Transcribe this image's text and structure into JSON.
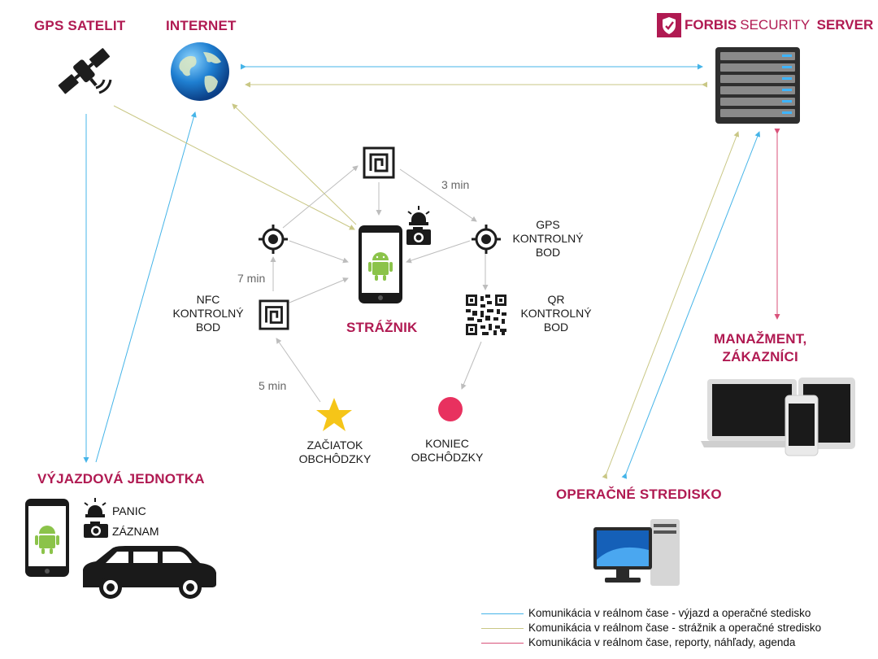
{
  "colors": {
    "accent": "#b01a52",
    "line_blue": "#45b4e8",
    "line_olive": "#c9c785",
    "line_pink": "#d9527a",
    "line_gray": "#c8c8c8",
    "star": "#f5c518",
    "end_dot": "#e8315f",
    "android": "#8bc34a"
  },
  "nodes": {
    "gps_satelit": "GPS SATELIT",
    "internet": "INTERNET",
    "server": {
      "brand_bold": "FORBIS",
      "brand_rest": "SECURITY",
      "label": "SERVER"
    },
    "straznik": "STRÁŽNIK",
    "vyjazdova_jednotka": "VÝJAZDOVÁ JEDNOTKA",
    "manazment": [
      "MANAŽMENT,",
      "ZÁKAZNÍCI"
    ],
    "operacne_stredisko": "OPERAČNÉ STREDISKO",
    "panic": "PANIC",
    "zaznam": "ZÁZNAM"
  },
  "checkpoints": {
    "gps": [
      "GPS",
      "KONTROLNÝ",
      "BOD"
    ],
    "nfc": [
      "NFC",
      "KONTROLNÝ",
      "BOD"
    ],
    "qr": [
      "QR",
      "KONTROLNÝ",
      "BOD"
    ],
    "start": [
      "ZAČIATOK",
      "OBCHÔDZKY"
    ],
    "end": [
      "KONIEC",
      "OBCHÔDZKY"
    ]
  },
  "times": {
    "t3": "3 min",
    "t7": "7 min",
    "t5": "5 min"
  },
  "legend": [
    {
      "text": "Komunikácia v reálnom čase - výjazd a operačné stedisko",
      "color": "#45b4e8"
    },
    {
      "text": "Komunikácia v reálnom čase - strážnik a operačné stredisko",
      "color": "#c9c785"
    },
    {
      "text": "Komunikácia v reálnom čase, reporty, náhľady, agenda",
      "color": "#d9527a"
    }
  ]
}
